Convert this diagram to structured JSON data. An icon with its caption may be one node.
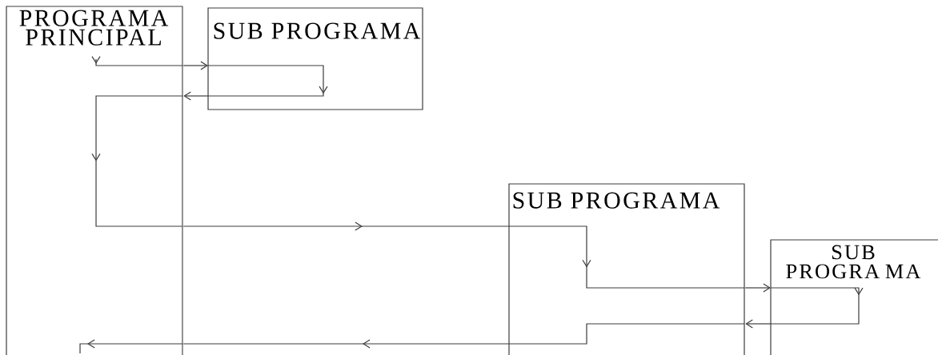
{
  "diagram": {
    "nodes": [
      {
        "text": [
          "PROGRAMA PRINCIPAL"
        ]
      },
      {
        "text": [
          "SUB PROGRAMA"
        ]
      },
      {
        "text": [
          "SUB PROGRAMA"
        ]
      },
      {
        "text": [
          "SUB PROGRA MA"
        ]
      }
    ],
    "edges": [
      {
        "from": 0,
        "to": 1,
        "arrow": "to"
      },
      {
        "from": 1,
        "to": 0,
        "arrow": "to"
      },
      {
        "from": 0,
        "to": 2,
        "arrow": "to"
      },
      {
        "from": 2,
        "to": 3,
        "arrow": "to"
      },
      {
        "from": 3,
        "to": 2,
        "arrow": "to"
      },
      {
        "from": 2,
        "to": 0,
        "arrow": "to"
      }
    ]
  }
}
